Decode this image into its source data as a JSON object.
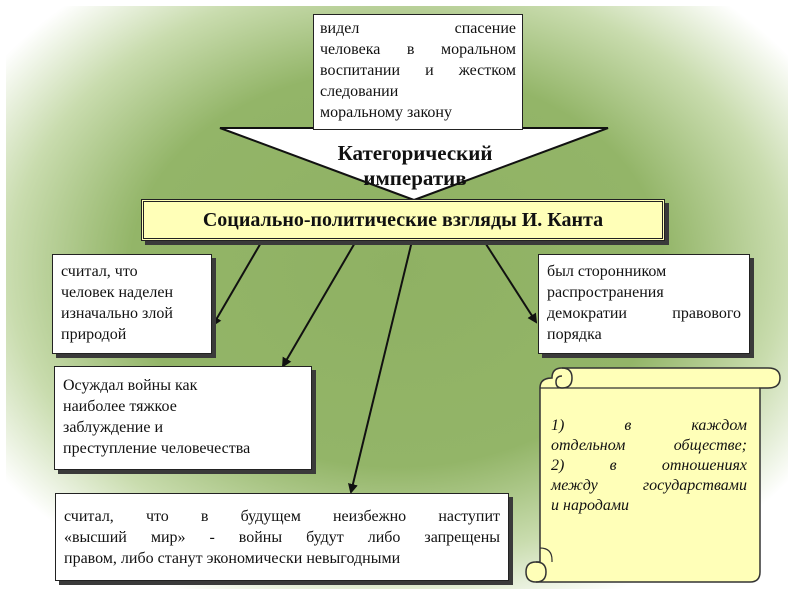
{
  "top_box": {
    "lines": [
      "видел спасение",
      "человека в моральном",
      "воспитании и жестком",
      "следовании",
      "моральному закону"
    ]
  },
  "imperative": {
    "lines": [
      "Категорический",
      "императив"
    ]
  },
  "title": "Социально-политические взгляды И. Канта",
  "box_evil": {
    "lines": [
      "считал, что",
      "человек наделен",
      "изначально злой",
      "природой"
    ]
  },
  "box_democracy": {
    "lines": [
      "был сторонником",
      "распространения",
      "демократии правового",
      "порядка"
    ]
  },
  "box_war": {
    "lines": [
      "Осуждал войны как",
      "наиболее тяжкое",
      "заблуждение и",
      "преступление человечества"
    ]
  },
  "box_peace": {
    "lines": [
      "считал, что в будущем неизбежно наступит",
      "«высший мир» - войны будут либо запрещены",
      "правом, либо станут экономически невыгодными"
    ]
  },
  "scroll": {
    "lines": [
      "1) в каждом",
      "отдельном обществе;",
      "2) в отношениях",
      "между государствами",
      "и народами"
    ]
  },
  "colors": {
    "background_green": "#8fb163",
    "title_fill": "#ffffb8",
    "scroll_fill": "#ffffb8"
  }
}
